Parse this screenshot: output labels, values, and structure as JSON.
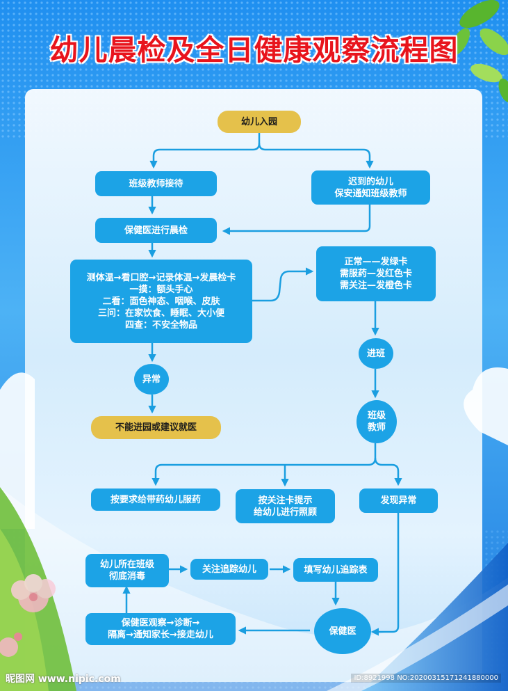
{
  "title": "幼儿晨检及全日健康观察流程图",
  "nodes": {
    "enter": {
      "lines": [
        "幼儿入园"
      ]
    },
    "teacher_reception": {
      "lines": [
        "班级教师接待"
      ]
    },
    "late_child": {
      "lines": [
        "迟到的幼儿",
        "保安通知班级教师"
      ]
    },
    "doctor_check": {
      "lines": [
        "保健医进行晨检"
      ]
    },
    "check_steps": {
      "lines": [
        "测体温→看口腔→记录体温→发晨检卡",
        "一摸：额头手心",
        "二看：面色神态、咽喉、皮肤",
        "三问：在家饮食、睡眠、大小便",
        "四查：不安全物品"
      ]
    },
    "cards": {
      "lines": [
        "正常——发绿卡",
        "需服药—发红色卡",
        "需关注—发橙色卡"
      ]
    },
    "abnormal": {
      "lines": [
        "异常"
      ]
    },
    "no_entry": {
      "lines": [
        "不能进园或建议就医"
      ]
    },
    "enter_class": {
      "lines": [
        "进班"
      ]
    },
    "class_teacher": {
      "lines": [
        "班级",
        "教师"
      ]
    },
    "medicine": {
      "lines": [
        "按要求给带药幼儿服药"
      ]
    },
    "attention_care": {
      "lines": [
        "按关注卡提示",
        "给幼儿进行照顾"
      ]
    },
    "found_abnormal": {
      "lines": [
        "发现异常"
      ]
    },
    "disinfect": {
      "lines": [
        "幼儿所在班级",
        "彻底消毒"
      ]
    },
    "track": {
      "lines": [
        "关注追踪幼儿"
      ]
    },
    "fill_form": {
      "lines": [
        "填写幼儿追踪表"
      ]
    },
    "observe": {
      "lines": [
        "保健医观察→诊断→",
        "隔离→通知家长→接走幼儿"
      ]
    },
    "health_doctor": {
      "lines": [
        "保健医"
      ]
    }
  },
  "watermark": {
    "left": "昵图网 www.nipic.com",
    "right": "ID:8921998 NO:20200315171241880000"
  },
  "colors": {
    "node_blue": "#1ca3e6",
    "node_gold": "#e5c14b",
    "arrow": "#1a9ee0",
    "title_red": "#e8141c"
  }
}
